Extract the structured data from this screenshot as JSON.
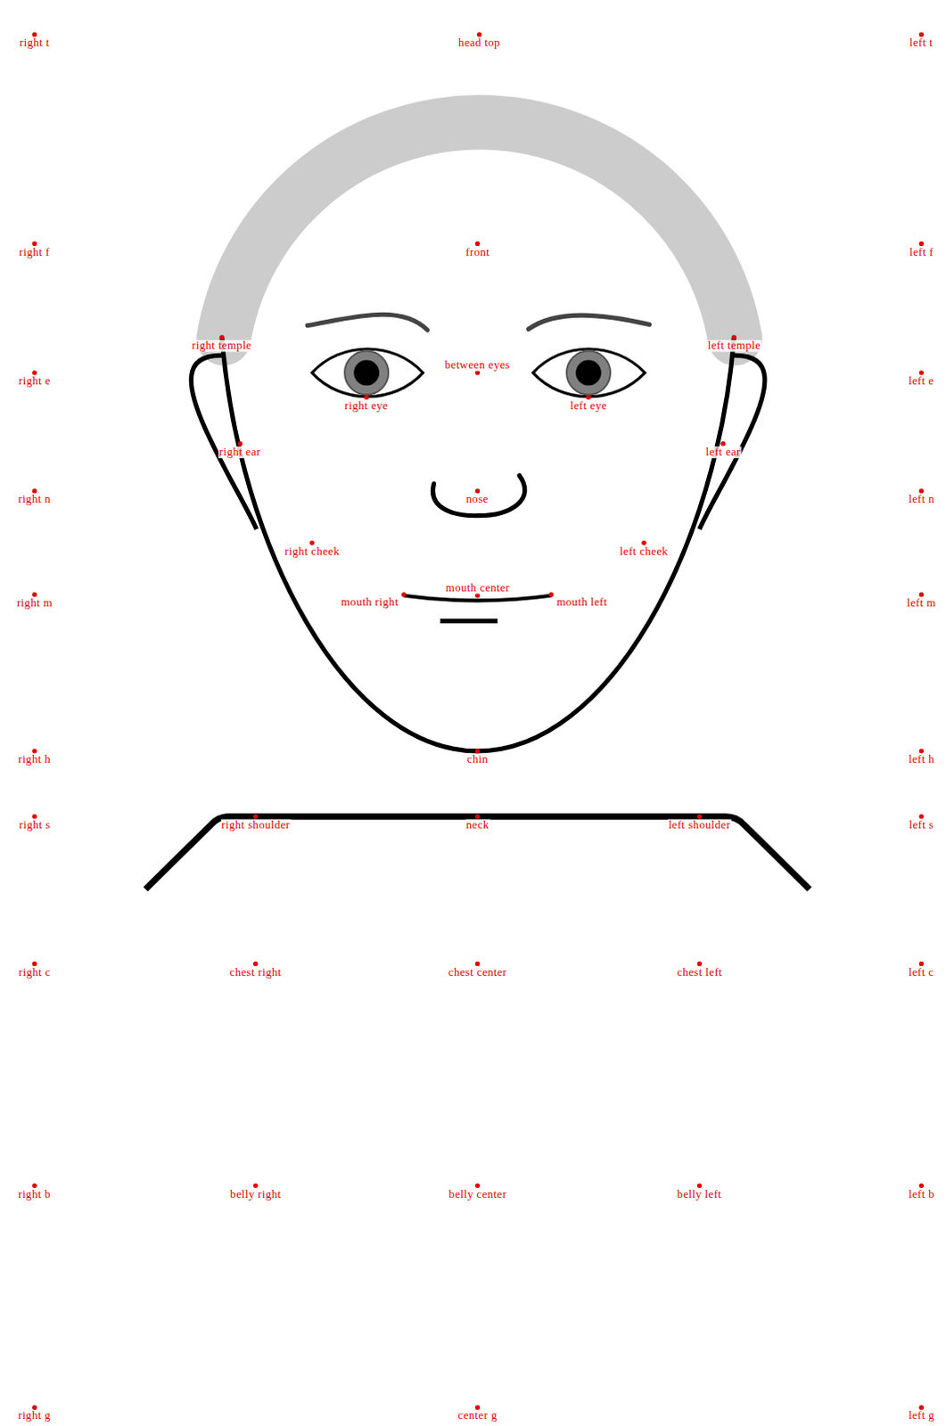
{
  "diagram": {
    "labels": [
      "right t",
      "head top",
      "left t",
      "right f",
      "front",
      "left f",
      "right temple",
      "left temple",
      "right e",
      "between eyes",
      "left e",
      "right eye",
      "left eye",
      "right ear",
      "left ear",
      "right n",
      "nose",
      "left n",
      "right cheek",
      "left cheek",
      "mouth center",
      "right m",
      "mouth right",
      "mouth left",
      "left m",
      "right h",
      "chin",
      "left h",
      "right s",
      "right shoulder",
      "neck",
      "left shoulder",
      "left s",
      "right c",
      "chest right",
      "chest center",
      "chest left",
      "left c",
      "right b",
      "belly right",
      "belly center",
      "belly left",
      "left b",
      "right g",
      "center g",
      "left g"
    ]
  }
}
